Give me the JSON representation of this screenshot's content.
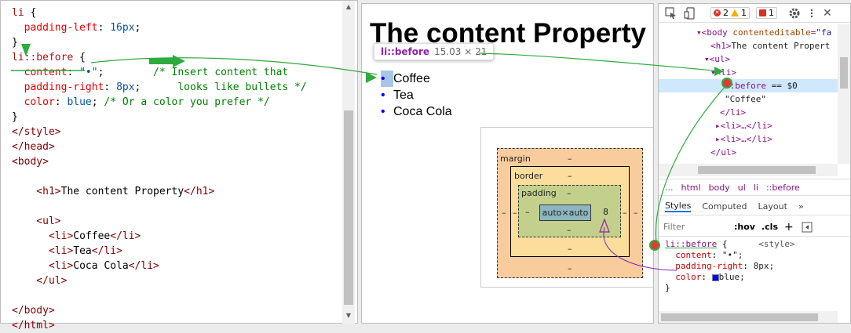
{
  "editor": {
    "lines": [
      {
        "parts": [
          {
            "c": "sel",
            "t": "li "
          },
          {
            "c": "",
            "t": "{"
          }
        ]
      },
      {
        "parts": [
          {
            "c": "prop",
            "t": "  padding-left"
          },
          {
            "c": "",
            "t": ": "
          },
          {
            "c": "val",
            "t": "16px"
          },
          {
            "c": "",
            "t": ";"
          }
        ]
      },
      {
        "parts": [
          {
            "c": "",
            "t": "}"
          }
        ]
      },
      {
        "parts": [
          {
            "c": "sel",
            "t": "li::before "
          },
          {
            "c": "",
            "t": "{"
          }
        ]
      },
      {
        "parts": [
          {
            "c": "prop",
            "t": "  content"
          },
          {
            "c": "",
            "t": ": "
          },
          {
            "c": "val",
            "t": "\"•\""
          },
          {
            "c": "",
            "t": ";        "
          },
          {
            "c": "cmt",
            "t": "/* Insert content that"
          }
        ]
      },
      {
        "parts": [
          {
            "c": "prop",
            "t": "  padding-right"
          },
          {
            "c": "",
            "t": ": "
          },
          {
            "c": "val",
            "t": "8px"
          },
          {
            "c": "",
            "t": ";      "
          },
          {
            "c": "cmt",
            "t": "looks like bullets */"
          }
        ]
      },
      {
        "parts": [
          {
            "c": "prop",
            "t": "  color"
          },
          {
            "c": "",
            "t": ": "
          },
          {
            "c": "val",
            "t": "blue"
          },
          {
            "c": "",
            "t": "; "
          },
          {
            "c": "cmt",
            "t": "/* Or a color you prefer */"
          }
        ]
      },
      {
        "parts": [
          {
            "c": "",
            "t": "}"
          }
        ]
      },
      {
        "parts": [
          {
            "c": "tag",
            "t": "</style>"
          }
        ]
      },
      {
        "parts": [
          {
            "c": "tag",
            "t": "</head>"
          }
        ]
      },
      {
        "parts": [
          {
            "c": "tag",
            "t": "<body>"
          }
        ]
      },
      {
        "parts": []
      },
      {
        "parts": [
          {
            "c": "tag",
            "t": "    <h1>"
          },
          {
            "c": "",
            "t": "The content Property"
          },
          {
            "c": "tag",
            "t": "</h1>"
          }
        ]
      },
      {
        "parts": []
      },
      {
        "parts": [
          {
            "c": "tag",
            "t": "    <ul>"
          }
        ]
      },
      {
        "parts": [
          {
            "c": "tag",
            "t": "      <li>"
          },
          {
            "c": "",
            "t": "Coffee"
          },
          {
            "c": "tag",
            "t": "</li>"
          }
        ]
      },
      {
        "parts": [
          {
            "c": "tag",
            "t": "      <li>"
          },
          {
            "c": "",
            "t": "Tea"
          },
          {
            "c": "tag",
            "t": "</li>"
          }
        ]
      },
      {
        "parts": [
          {
            "c": "tag",
            "t": "      <li>"
          },
          {
            "c": "",
            "t": "Coca Cola"
          },
          {
            "c": "tag",
            "t": "</li>"
          }
        ]
      },
      {
        "parts": [
          {
            "c": "tag",
            "t": "    </ul>"
          }
        ]
      },
      {
        "parts": []
      },
      {
        "parts": [
          {
            "c": "tag",
            "t": "</body>"
          }
        ]
      },
      {
        "parts": [
          {
            "c": "tag",
            "t": "</html>"
          }
        ]
      }
    ]
  },
  "viewport": {
    "heading": "The content Property",
    "tooltip_name": "li::before",
    "tooltip_dims": "15.03 × 21",
    "bullet": "•",
    "items": [
      "Coffee",
      "Tea",
      "Coca Cola"
    ],
    "boxmodel": {
      "margin_label": "margin",
      "border_label": "border",
      "padding_label": "padding",
      "content": "auto×auto",
      "dash": "–",
      "padding_right": "8"
    }
  },
  "devtools": {
    "toolbar": {
      "errors": "2",
      "warnings": "1",
      "issues": "1"
    },
    "dom": [
      {
        "html": "<span class='t'>▾&lt;body</span> <span class='a'>contenteditable</span>=<span class='v'>\"fa</span>"
      },
      {
        "html": "<span class='t'>&lt;h1&gt;</span><span class='txt'>The content Propert</span>"
      },
      {
        "html": "<span class='t'>▾&lt;ul&gt;</span>"
      },
      {
        "html": "<span class='t'>▾&lt;li&gt;</span>"
      },
      {
        "html": "<span class='ps'>::before</span><span class='txt'> == $0</span>"
      },
      {
        "html": "<span class='txt'>\"Coffee\"</span>"
      },
      {
        "html": "<span class='t'>&lt;/li&gt;</span>"
      },
      {
        "html": "<span class='t'>▸&lt;li&gt;…&lt;/li&gt;</span>"
      },
      {
        "html": "<span class='t'>▸&lt;li&gt;…&lt;/li&gt;</span>"
      },
      {
        "html": "<span class='t'>&lt;/ul&gt;</span>"
      }
    ],
    "breadcrumbs": [
      "...",
      "html",
      "body",
      "ul",
      "li",
      "::before"
    ],
    "tabs": [
      "Styles",
      "Computed",
      "Layout",
      "»"
    ],
    "filter_placeholder": "Filter",
    "hov": ":hov",
    "cls": ".cls",
    "plus": "+",
    "rule_selector": "li::before",
    "rule_source": "<style>",
    "rule_props": [
      {
        "name": "content",
        "value": "\"•\";"
      },
      {
        "name": "padding-right",
        "value": "8px;"
      },
      {
        "name": "color",
        "value": "blue;"
      }
    ],
    "rule_open": "{",
    "rule_close": "}"
  },
  "colors": {
    "accent": "#1a73e8",
    "bullet": "#0000ff",
    "arrow": "#2eaa3f",
    "annotation_red": "#e53935"
  }
}
